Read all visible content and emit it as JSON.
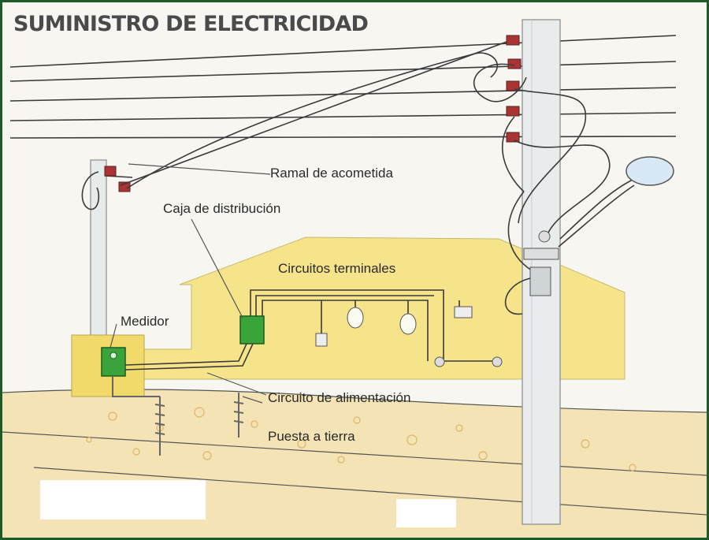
{
  "title": "SUMINISTRO DE ELECTRICIDAD",
  "labels": {
    "ramal": "Ramal de acometida",
    "caja": "Caja de distribución",
    "circuitos": "Circuitos terminales",
    "medidor": "Medidor",
    "alimentacion": "Circuito de alimentación",
    "tierra": "Puesta a tierra"
  },
  "colors": {
    "frame": "#1f5a2a",
    "house_fill": "#f6e27a",
    "meter_box": "#3aa33a",
    "ground": "#f3dca0",
    "pole": "#e9ecec"
  }
}
